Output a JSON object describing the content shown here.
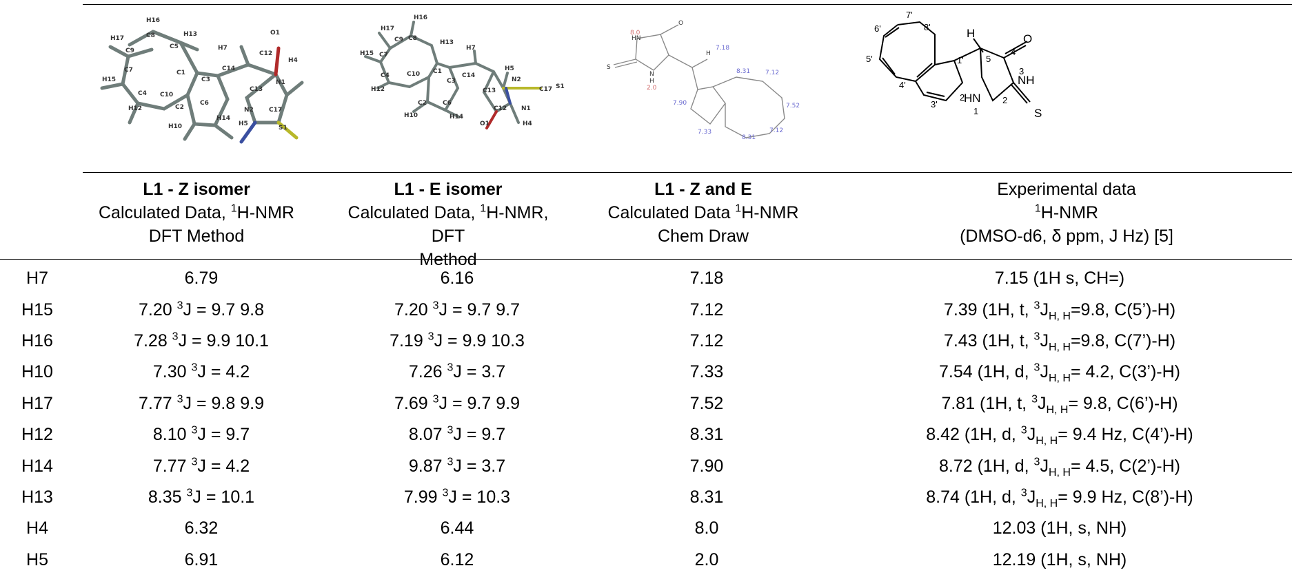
{
  "caption_fragment": "",
  "columns": [
    {
      "title": "L1 - Z isomer",
      "line2": "Calculated Data, ",
      "line2_sup": "1",
      "line2_tail": "H-NMR",
      "line3": "DFT Method"
    },
    {
      "title": "L1 - E isomer",
      "line2": "Calculated Data, ",
      "line2_sup": "1",
      "line2_tail": "H-NMR, DFT",
      "line3": "Method"
    },
    {
      "title": "L1 - Z and E",
      "line2": "Calculated Data ",
      "line2_sup": "1",
      "line2_tail": "H-NMR",
      "line3": "Chem Draw"
    },
    {
      "title": "Experimental data",
      "line2": "",
      "line2_sup": "1",
      "line2_tail": "H-NMR",
      "line3": "(DMSO-d6, δ ppm, J Hz) [5]"
    }
  ],
  "rows": [
    {
      "h": "H7",
      "z": "6.79",
      "zj": "",
      "e": "6.16",
      "ej": "",
      "cd": "7.18",
      "exp": "7.15 (1H s, CH=)",
      "expj": ""
    },
    {
      "h": "H15",
      "z": "7.20 ",
      "zj": " = 9.7  9.8",
      "e": "7.20 ",
      "ej": " = 9.7  9.7",
      "cd": "7.12",
      "exp_a": "7.39 (1H, t, ",
      "exp_b": "=9.8, C(5’)-H)"
    },
    {
      "h": "H16",
      "z": "7.28 ",
      "zj": " = 9.9 10.1",
      "e": "7.19 ",
      "ej": " = 9.9 10.3",
      "cd": "7.12",
      "exp_a": "7.43 (1H, t, ",
      "exp_b": "=9.8, C(7’)-H)"
    },
    {
      "h": "H10",
      "z": "7.30 ",
      "zj": " = 4.2",
      "e": "7.26 ",
      "ej": " = 3.7",
      "cd": "7.33",
      "exp_a": "7.54 (1H, d, ",
      "exp_b": "= 4.2, C(3’)-H)"
    },
    {
      "h": "H17",
      "z": "7.77 ",
      "zj": " = 9.8  9.9",
      "e": "7.69 ",
      "ej": " = 9.7  9.9",
      "cd": "7.52",
      "exp_a": "7.81 (1H, t, ",
      "exp_b": "= 9.8, C(6’)-H)"
    },
    {
      "h": "H12",
      "z": "8.10 ",
      "zj": " = 9.7",
      "e": "8.07 ",
      "ej": " = 9.7",
      "cd": "8.31",
      "exp_a": "8.42 (1H, d, ",
      "exp_b": "= 9.4 Hz, C(4’)-H)"
    },
    {
      "h": "H14",
      "z": "7.77 ",
      "zj": " = 4.2",
      "e": "9.87 ",
      "ej": " = 3.7",
      "cd": "7.90",
      "exp_a": "8.72 (1H, d, ",
      "exp_b": "= 4.5, C(2’)-H)"
    },
    {
      "h": "H13",
      "z": "8.35 ",
      "zj": " = 10.1",
      "e": "7.99 ",
      "ej": " = 10.3",
      "cd": "8.31",
      "exp_a": "8.74 (1H, d, ",
      "exp_b": "= 9.9 Hz, C(8’)-H)"
    },
    {
      "h": "H4",
      "z": "6.32",
      "zj": "",
      "e": "6.44",
      "ej": "",
      "cd": "8.0",
      "exp": "12.03 (1H, s, NH)",
      "expj": ""
    },
    {
      "h": "H5",
      "z": "6.91",
      "zj": "",
      "e": "6.12",
      "ej": "",
      "cd": "2.0",
      "exp": "12.19 (1H, s, NH)",
      "expj": ""
    }
  ],
  "j_sup": "3",
  "j_letter": "J",
  "exp_sub": "H, H",
  "structure_labels": {
    "z_atoms": [
      "H16",
      "H17",
      "C8",
      "H13",
      "C5",
      "H7",
      "O1",
      "C12",
      "H4",
      "C14",
      "C9",
      "C3",
      "C1",
      "C13",
      "N1",
      "H15",
      "C7",
      "C10",
      "N2",
      "C17",
      "H5",
      "S1",
      "C4",
      "C6",
      "C2",
      "H12",
      "H14",
      "H10"
    ],
    "e_atoms": [
      "H16",
      "H17",
      "C9",
      "C8",
      "H13",
      "H15",
      "C7",
      "H7",
      "H5",
      "C4",
      "C1",
      "C14",
      "N2",
      "C17",
      "S1",
      "H12",
      "C3",
      "C13",
      "C10",
      "C2",
      "C6",
      "C12",
      "N1",
      "H10",
      "H14",
      "O1",
      "H4"
    ],
    "chemdraw": {
      "s": "S",
      "o": "O",
      "hn": "HN",
      "nh": "N",
      "h_top": "H",
      "h_down": "H",
      "v_80": "8.0",
      "v_20": "2.0",
      "v_718": "7.18",
      "v_831a": "8.31",
      "v_712a": "7.12",
      "v_790": "7.90",
      "v_752": "7.52",
      "v_733": "7.33",
      "v_831b": "8.31",
      "v_712b": "7.12"
    },
    "exp_struct": {
      "o": "O",
      "h": "H",
      "nh": "NH",
      "hn": "HN",
      "s": "S",
      "n3": "3",
      "n4": "4",
      "n5": "5",
      "n1": "1",
      "n2": "2",
      "p1": "1'",
      "p2": "2'",
      "p3": "3'",
      "p4": "4'",
      "p5": "5'",
      "p6": "6'",
      "p7": "7'",
      "p8": "8'"
    }
  },
  "colors": {
    "bond_gray": "#6f7d7a",
    "oxygen_red": "#b02a2a",
    "sulfur_yellow": "#b8b82a",
    "nitrogen_blue": "#3a4fa0",
    "chemdraw_label": "#6a6ad0",
    "chemdraw_red": "#d06a6a"
  }
}
